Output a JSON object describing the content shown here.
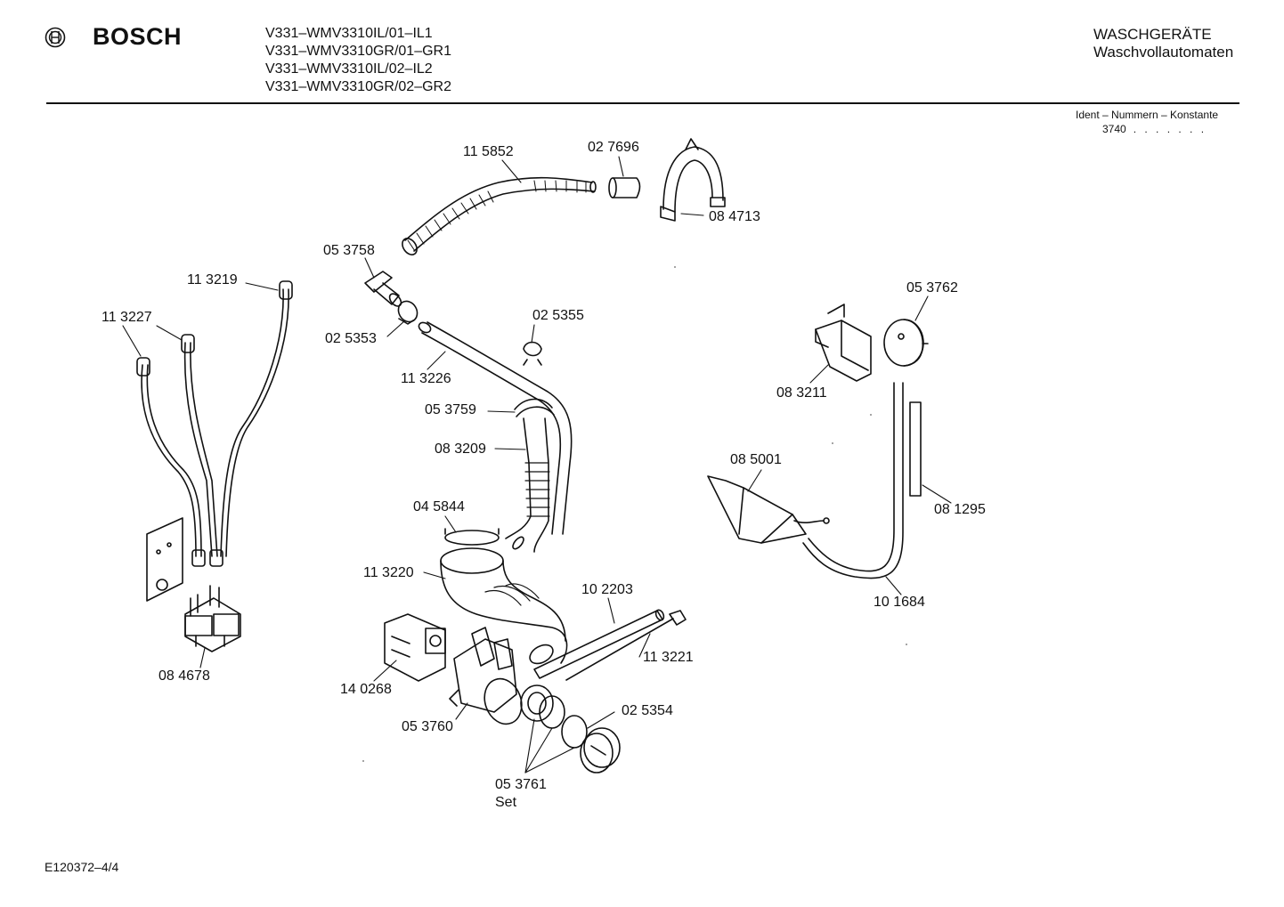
{
  "header": {
    "brand": "BOSCH",
    "logo_icon": "bosch-armature-logo-icon",
    "models": [
      "V331–WMV3310IL/01–IL1",
      "V331–WMV3310GR/01–GR1",
      "V331–WMV3310IL/02–IL2",
      "V331–WMV3310GR/02–GR2"
    ],
    "category": "WASCHGERÄTE",
    "subcategory": "Waschvollautomaten",
    "ident_label": "Ident – Nummern – Konstante",
    "ident_value": "3740",
    "ident_dots": ". . .  . . . ."
  },
  "parts": [
    {
      "number": "11 5852"
    },
    {
      "number": "02 7696"
    },
    {
      "number": "08 4713"
    },
    {
      "number": "05 3758"
    },
    {
      "number": "11 3219"
    },
    {
      "number": "11 3227"
    },
    {
      "number": "02 5353"
    },
    {
      "number": "02 5355"
    },
    {
      "number": "11 3226"
    },
    {
      "number": "05 3759"
    },
    {
      "number": "08 3209"
    },
    {
      "number": "04 5844"
    },
    {
      "number": "11 3220"
    },
    {
      "number": "10 2203"
    },
    {
      "number": "11 3221"
    },
    {
      "number": "14 0268"
    },
    {
      "number": "08 4678"
    },
    {
      "number": "05 3760"
    },
    {
      "number": "02 5354"
    },
    {
      "number": "05 3761",
      "note": "Set"
    },
    {
      "number": "05 3762"
    },
    {
      "number": "08 3211"
    },
    {
      "number": "08 5001"
    },
    {
      "number": "08 1295"
    },
    {
      "number": "10 1684"
    }
  ],
  "footer": {
    "code": "E120372–4/4"
  }
}
